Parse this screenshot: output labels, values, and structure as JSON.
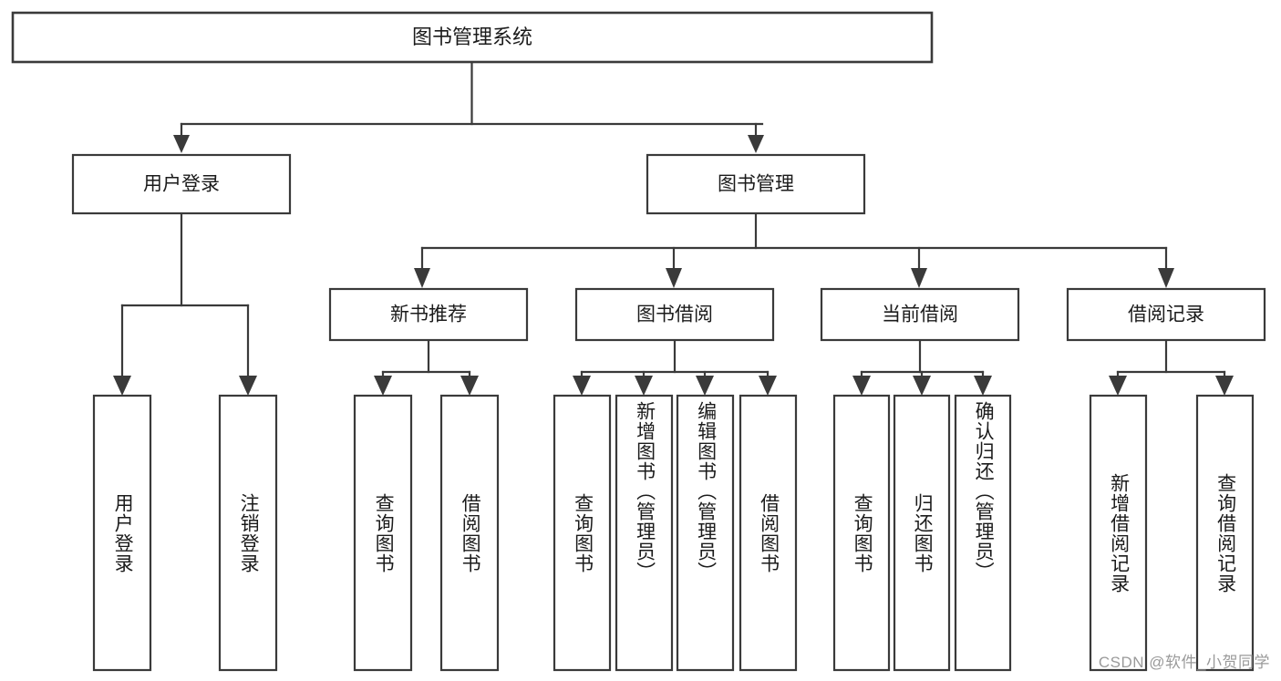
{
  "diagram": {
    "type": "tree-hierarchy",
    "title": "图书管理系统",
    "root": {
      "label": "图书管理系统"
    },
    "level1": [
      {
        "label": "用户登录"
      },
      {
        "label": "图书管理"
      }
    ],
    "level2": [
      {
        "label": "新书推荐",
        "parent": "图书管理"
      },
      {
        "label": "图书借阅",
        "parent": "图书管理"
      },
      {
        "label": "当前借阅",
        "parent": "图书管理"
      },
      {
        "label": "借阅记录",
        "parent": "图书管理"
      }
    ],
    "leaves": {
      "user_login": [
        {
          "label": "用户登录"
        },
        {
          "label": "注销登录"
        }
      ],
      "new_book_recommend": [
        {
          "label": "查询图书"
        },
        {
          "label": "借阅图书"
        }
      ],
      "book_borrow": [
        {
          "label": "查询图书"
        },
        {
          "label": "新增图书（管理员）"
        },
        {
          "label": "编辑图书（管理员）"
        },
        {
          "label": "借阅图书"
        }
      ],
      "current_borrow": [
        {
          "label": "查询图书"
        },
        {
          "label": "归还图书"
        },
        {
          "label": "确认归还（管理员）"
        }
      ],
      "borrow_record": [
        {
          "label": "新增借阅记录"
        },
        {
          "label": "查询借阅记录"
        }
      ]
    }
  },
  "watermark": {
    "text": "CSDN @软件_小贺同学"
  },
  "colors": {
    "background": "#ffffff",
    "stroke": "#3a3a3a",
    "text": "#1b1b1b",
    "watermark": "#9a9a9a"
  }
}
